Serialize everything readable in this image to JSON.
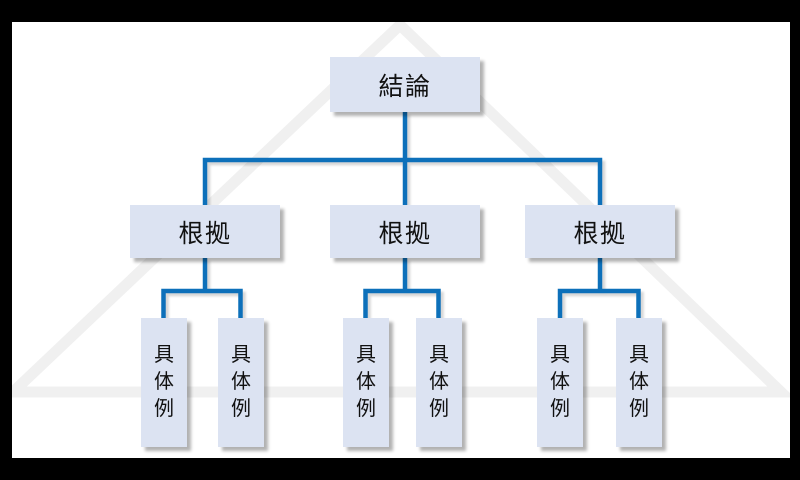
{
  "colors": {
    "frame": "#000000",
    "canvas": "#ffffff",
    "node-fill": "#dce3f2",
    "connector": "#0d70ba",
    "watermark": "#f0f0f0",
    "text": "#111111"
  },
  "watermark": {
    "shape": "pyramid-triangle-outline"
  },
  "tree": {
    "root": {
      "label": "結論"
    },
    "branches": [
      {
        "label": "根拠",
        "children": [
          {
            "label": "具体例"
          },
          {
            "label": "具体例"
          }
        ]
      },
      {
        "label": "根拠",
        "children": [
          {
            "label": "具体例"
          },
          {
            "label": "具体例"
          }
        ]
      },
      {
        "label": "根拠",
        "children": [
          {
            "label": "具体例"
          },
          {
            "label": "具体例"
          }
        ]
      }
    ]
  }
}
